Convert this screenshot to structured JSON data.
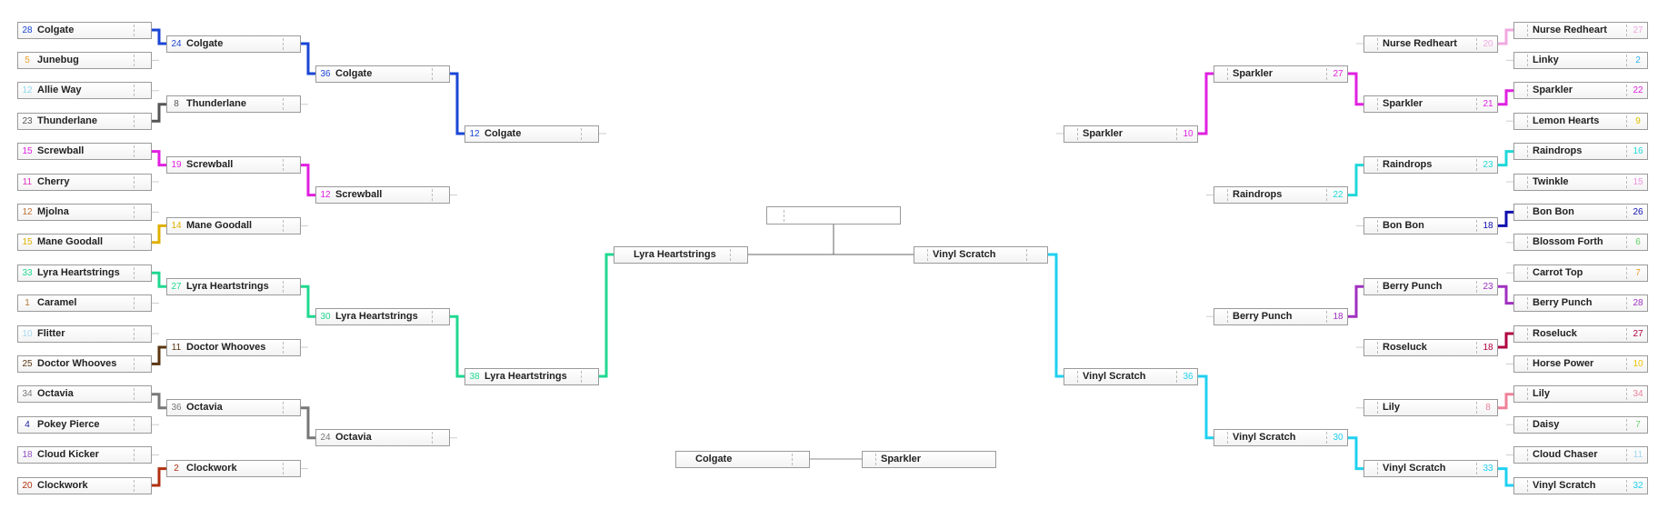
{
  "left": {
    "round1": [
      {
        "seed": "28",
        "name": "Colgate",
        "color": "#1a46d6"
      },
      {
        "seed": "5",
        "name": "Junebug",
        "color": "#f0a030"
      },
      {
        "seed": "12",
        "name": "Allie Way",
        "color": "#8fd8f0"
      },
      {
        "seed": "23",
        "name": "Thunderlane",
        "color": "#555555"
      },
      {
        "seed": "15",
        "name": "Screwball",
        "color": "#e020e0"
      },
      {
        "seed": "11",
        "name": "Cherry",
        "color": "#e030c0"
      },
      {
        "seed": "12",
        "name": "Mjolna",
        "color": "#c07030"
      },
      {
        "seed": "15",
        "name": "Mane Goodall",
        "color": "#e0b000"
      },
      {
        "seed": "33",
        "name": "Lyra Heartstrings",
        "color": "#20d890"
      },
      {
        "seed": "1",
        "name": "Caramel",
        "color": "#b07a30"
      },
      {
        "seed": "10",
        "name": "Flitter",
        "color": "#a8d8f0"
      },
      {
        "seed": "25",
        "name": "Doctor Whooves",
        "color": "#5a3510"
      },
      {
        "seed": "34",
        "name": "Octavia",
        "color": "#777777"
      },
      {
        "seed": "4",
        "name": "Pokey Pierce",
        "color": "#2020a0"
      },
      {
        "seed": "18",
        "name": "Cloud Kicker",
        "color": "#9050c0"
      },
      {
        "seed": "20",
        "name": "Clockwork",
        "color": "#b03010"
      }
    ],
    "round2": [
      {
        "seed": "24",
        "name": "Colgate",
        "color": "#1a46d6"
      },
      {
        "seed": "8",
        "name": "Thunderlane",
        "color": "#555555"
      },
      {
        "seed": "19",
        "name": "Screwball",
        "color": "#e020e0"
      },
      {
        "seed": "14",
        "name": "Mane Goodall",
        "color": "#e0b000"
      },
      {
        "seed": "27",
        "name": "Lyra Heartstrings",
        "color": "#20d890"
      },
      {
        "seed": "11",
        "name": "Doctor Whooves",
        "color": "#5a3510"
      },
      {
        "seed": "36",
        "name": "Octavia",
        "color": "#777777"
      },
      {
        "seed": "2",
        "name": "Clockwork",
        "color": "#b03010"
      }
    ],
    "round3": [
      {
        "seed": "36",
        "name": "Colgate",
        "color": "#1a46d6"
      },
      {
        "seed": "12",
        "name": "Screwball",
        "color": "#e020e0"
      },
      {
        "seed": "30",
        "name": "Lyra Heartstrings",
        "color": "#20d890"
      },
      {
        "seed": "24",
        "name": "Octavia",
        "color": "#777777"
      }
    ],
    "round4": [
      {
        "seed": "12",
        "name": "Colgate",
        "color": "#1a46d6"
      },
      {
        "seed": "38",
        "name": "Lyra Heartstrings",
        "color": "#20d890"
      }
    ],
    "semifinal": {
      "seed": "",
      "name": "Lyra Heartstrings",
      "color": "#20d890"
    }
  },
  "right": {
    "round1": [
      {
        "seed": "27",
        "name": "Nurse Redheart",
        "color": "#f0a8e0"
      },
      {
        "seed": "2",
        "name": "Linky",
        "color": "#30b0f0"
      },
      {
        "seed": "22",
        "name": "Sparkler",
        "color": "#e020e0"
      },
      {
        "seed": "9",
        "name": "Lemon Hearts",
        "color": "#e0c000"
      },
      {
        "seed": "16",
        "name": "Raindrops",
        "color": "#20d8d8"
      },
      {
        "seed": "15",
        "name": "Twinkle",
        "color": "#f090e0"
      },
      {
        "seed": "26",
        "name": "Bon Bon",
        "color": "#1010b0"
      },
      {
        "seed": "6",
        "name": "Blossom Forth",
        "color": "#60d060"
      },
      {
        "seed": "7",
        "name": "Carrot Top",
        "color": "#f0a030"
      },
      {
        "seed": "28",
        "name": "Berry Punch",
        "color": "#a030c0"
      },
      {
        "seed": "27",
        "name": "Roseluck",
        "color": "#b00040"
      },
      {
        "seed": "10",
        "name": "Horse Power",
        "color": "#f0c000"
      },
      {
        "seed": "34",
        "name": "Lily",
        "color": "#f08098"
      },
      {
        "seed": "7",
        "name": "Daisy",
        "color": "#70d070"
      },
      {
        "seed": "11",
        "name": "Cloud Chaser",
        "color": "#a0d8f0"
      },
      {
        "seed": "32",
        "name": "Vinyl Scratch",
        "color": "#20d0f0"
      }
    ],
    "round2": [
      {
        "seed": "20",
        "name": "Nurse Redheart",
        "color": "#f0a8e0"
      },
      {
        "seed": "21",
        "name": "Sparkler",
        "color": "#e020e0"
      },
      {
        "seed": "23",
        "name": "Raindrops",
        "color": "#20d8d8"
      },
      {
        "seed": "18",
        "name": "Bon Bon",
        "color": "#1010b0"
      },
      {
        "seed": "23",
        "name": "Berry Punch",
        "color": "#a030c0"
      },
      {
        "seed": "18",
        "name": "Roseluck",
        "color": "#b00040"
      },
      {
        "seed": "8",
        "name": "Lily",
        "color": "#f08098"
      },
      {
        "seed": "33",
        "name": "Vinyl Scratch",
        "color": "#20d0f0"
      }
    ],
    "round3": [
      {
        "seed": "27",
        "name": "Sparkler",
        "color": "#e020e0"
      },
      {
        "seed": "22",
        "name": "Raindrops",
        "color": "#20d8d8"
      },
      {
        "seed": "18",
        "name": "Berry Punch",
        "color": "#a030c0"
      },
      {
        "seed": "30",
        "name": "Vinyl Scratch",
        "color": "#20d0f0"
      }
    ],
    "round4": [
      {
        "seed": "10",
        "name": "Sparkler",
        "color": "#e020e0"
      },
      {
        "seed": "36",
        "name": "Vinyl Scratch",
        "color": "#20d0f0"
      }
    ],
    "semifinal": {
      "seed": "",
      "name": "Vinyl Scratch",
      "color": "#20d0f0"
    }
  },
  "champion": {
    "name": ""
  },
  "third_place": {
    "left": {
      "seed": "",
      "name": "Colgate",
      "color": "#1a46d6"
    },
    "right": {
      "seed": "",
      "name": "Sparkler",
      "color": "#e020e0"
    }
  }
}
